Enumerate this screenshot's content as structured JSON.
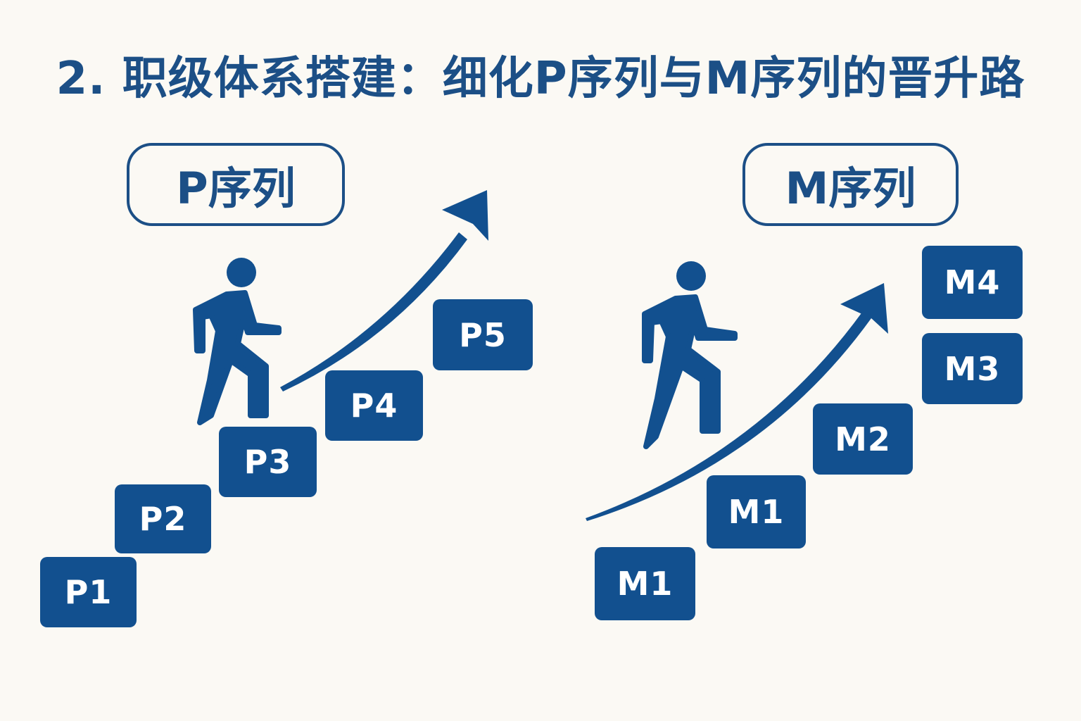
{
  "title": "2. 职级体系搭建：细化P序列与M序列的晋升路",
  "p_series": {
    "label": "P序列",
    "levels": [
      "P1",
      "P2",
      "P3",
      "P4",
      "P5"
    ]
  },
  "m_series": {
    "label": "M序列",
    "levels": [
      "M1",
      "M1",
      "M2",
      "M3",
      "M4"
    ]
  },
  "colors": {
    "primary": "#12508f",
    "background": "#fbf9f4"
  },
  "icons": [
    "person-walking-icon",
    "upward-arrow-icon"
  ]
}
